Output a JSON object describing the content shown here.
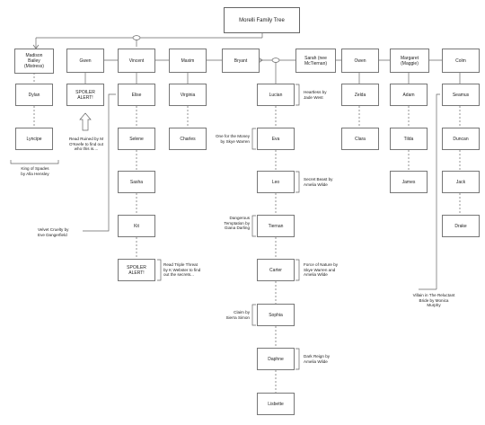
{
  "title": "Morelli Family Tree",
  "people": {
    "madison": "Madison\nBailey\n(Mistress)",
    "gwen": "Gwen",
    "vincent": "Vincent",
    "maxim": "Maxim",
    "bryant": "Bryant",
    "sarah": "Sarah (nee\nMcTiernan)",
    "owen": "Owen",
    "margaret": "Margaret\n(Maggie)",
    "colm": "Colm",
    "dylan": "Dylan",
    "lyncipe": "Lyncipe",
    "spoiler1": "SPOILER\nALERT!",
    "elise": "Elise",
    "selene": "Selene",
    "sasha": "Sasha",
    "kit": "Kit",
    "spoiler2": "SPOILER\nALERT!",
    "virginia": "Virginia",
    "charles": "Charles",
    "lucian": "Lucian",
    "eva": "Eva",
    "leo": "Leo",
    "tiernan": "Tiernan",
    "carter": "Carter",
    "sophia": "Sophia",
    "daphne": "Daphne",
    "lisbette": "Lisbette",
    "zelda": "Zelda",
    "clara": "Clara",
    "adam": "Adam",
    "tilda": "Tilda",
    "james": "James",
    "seamus": "Seamus",
    "duncan": "Duncan",
    "jack": "Jack",
    "drake": "Drake"
  },
  "notes": {
    "king_of_spades": "King of Spades\nby Alla Hensley",
    "read_ruined": "Read Ruined by M\nO'Keefe to find out\nwho this is....",
    "velvet_cruelty": "Velvet Cruelty by\nEve Dangerfield",
    "read_triple_threat": "Read Triple Threat\nby K Webster to find\nout the secrets...",
    "heartless": "Heartless by\nJade West",
    "one_for_the_money": "One for the Money\nby Skye Warren",
    "secret_beast": "Secret Beast by\nAmelia Wilde",
    "dangerous_temptation": "Dangerous\nTemptation by\nGiana Darling",
    "force_of_nature": "Force of Nature by\nSkye Warren and\nAmelia Wilde",
    "claim": "Claim by\nSierra Simon",
    "dark_reign": "Dark Reign by\nAmelia Wilde",
    "villain": "Villain in The Reluctant\nBride by Monica\nMurphy"
  },
  "colors": {
    "line": "#666666",
    "border": "#777777",
    "text": "#222222"
  }
}
